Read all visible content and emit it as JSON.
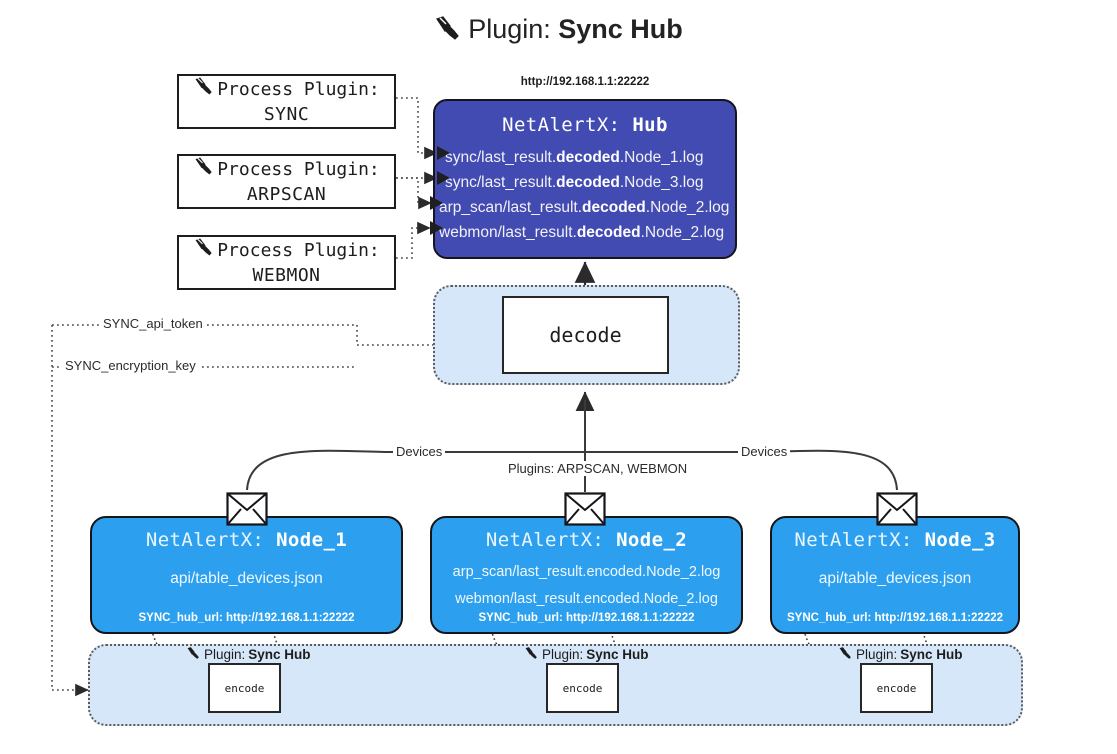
{
  "page": {
    "title_prefix": "Plugin:",
    "title_name": "Sync Hub",
    "plug_icon": "plug-icon"
  },
  "process_plugins": [
    {
      "line1": "Process Plugin:",
      "line2": "SYNC",
      "icon": "plug-icon"
    },
    {
      "line1": "Process Plugin:",
      "line2": "ARPSCAN",
      "icon": "plug-icon"
    },
    {
      "line1": "Process Plugin:",
      "line2": "WEBMON",
      "icon": "plug-icon"
    }
  ],
  "hub": {
    "url": "http://192.168.1.1:22222",
    "title_prefix": "NetAlertX:",
    "title_name": "Hub",
    "logs": [
      {
        "pre": "sync/last_result.",
        "strong": "decoded",
        "post": ".Node_1.log"
      },
      {
        "pre": "sync/last_result.",
        "strong": "decoded",
        "post": ".Node_3.log"
      },
      {
        "pre": "arp_scan/last_result.",
        "strong": "decoded",
        "post": ".Node_2.log"
      },
      {
        "pre": "webmon/last_result.",
        "strong": "decoded",
        "post": ".Node_2.log"
      }
    ]
  },
  "decode": {
    "label": "decode"
  },
  "secrets": {
    "api_token": "SYNC_api_token",
    "encryption_key": "SYNC_encryption_key"
  },
  "edge_labels": {
    "devices_left": "Devices",
    "devices_right": "Devices",
    "plugins_center": "Plugins: ARPSCAN, WEBMON"
  },
  "nodes": [
    {
      "title_prefix": "NetAlertX:",
      "title_name": "Node_1",
      "lines": [
        "api/table_devices.json"
      ],
      "hub_url": "SYNC_hub_url: http://192.168.1.1:22222",
      "envelope_icon": "envelope-icon"
    },
    {
      "title_prefix": "NetAlertX:",
      "title_name": "Node_2",
      "lines": [
        "arp_scan/last_result.encoded.Node_2.log",
        "webmon/last_result.encoded.Node_2.log"
      ],
      "hub_url": "SYNC_hub_url: http://192.168.1.1:22222",
      "envelope_icon": "envelope-icon"
    },
    {
      "title_prefix": "NetAlertX:",
      "title_name": "Node_3",
      "lines": [
        "api/table_devices.json"
      ],
      "hub_url": "SYNC_hub_url: http://192.168.1.1:22222",
      "envelope_icon": "envelope-icon"
    }
  ],
  "encoders": [
    {
      "plugin_prefix": "Plugin:",
      "plugin_name": "Sync Hub",
      "label": "encode"
    },
    {
      "plugin_prefix": "Plugin:",
      "plugin_name": "Sync Hub",
      "label": "encode"
    },
    {
      "plugin_prefix": "Plugin:",
      "plugin_name": "Sync Hub",
      "label": "encode"
    }
  ],
  "colors": {
    "hub_fill": "#414bb2",
    "node_fill": "#2ca0ef",
    "band_fill": "#d6e7f9",
    "stroke": "#15151a"
  }
}
